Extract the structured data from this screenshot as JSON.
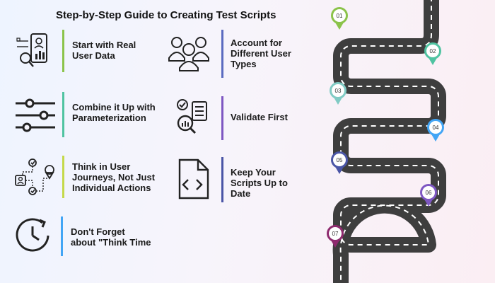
{
  "title": "Step-by-Step Guide to Creating Test Scripts",
  "colors": {
    "step1": "#8bc34a",
    "step2": "#5b6bc0",
    "step3": "#4fc3a1",
    "step4": "#7e57c2",
    "step5": "#c5d94a",
    "step6": "#4a55a6",
    "step7": "#42a5f5",
    "road": "#3e3e3e",
    "lane": "#ffffff"
  },
  "steps": [
    {
      "num": "01",
      "label": "Start with Real\nUser Data",
      "icon": "phone-analytics-icon"
    },
    {
      "num": "02",
      "label": "Account for\nDifferent User\nTypes",
      "icon": "user-group-icon"
    },
    {
      "num": "03",
      "label": "Combine it Up with\nParameterization",
      "icon": "sliders-icon"
    },
    {
      "num": "04",
      "label": "Validate First",
      "icon": "checklist-magnifier-icon"
    },
    {
      "num": "05",
      "label": "Think in User\nJourneys, Not Just\nIndividual Actions",
      "icon": "journey-map-icon"
    },
    {
      "num": "06",
      "label": "Keep Your\nScripts Up to\nDate",
      "icon": "code-file-icon"
    },
    {
      "num": "07",
      "label": "Don't Forget\nabout \"Think Time",
      "icon": "clock-icon"
    }
  ],
  "pins": [
    {
      "num": "01",
      "color": "#8bc34a"
    },
    {
      "num": "02",
      "color": "#4fc3a1"
    },
    {
      "num": "03",
      "color": "#80cbc4"
    },
    {
      "num": "04",
      "color": "#42a5f5"
    },
    {
      "num": "05",
      "color": "#4a55a6"
    },
    {
      "num": "06",
      "color": "#7e57c2"
    },
    {
      "num": "07",
      "color": "#8e2a6e"
    }
  ]
}
